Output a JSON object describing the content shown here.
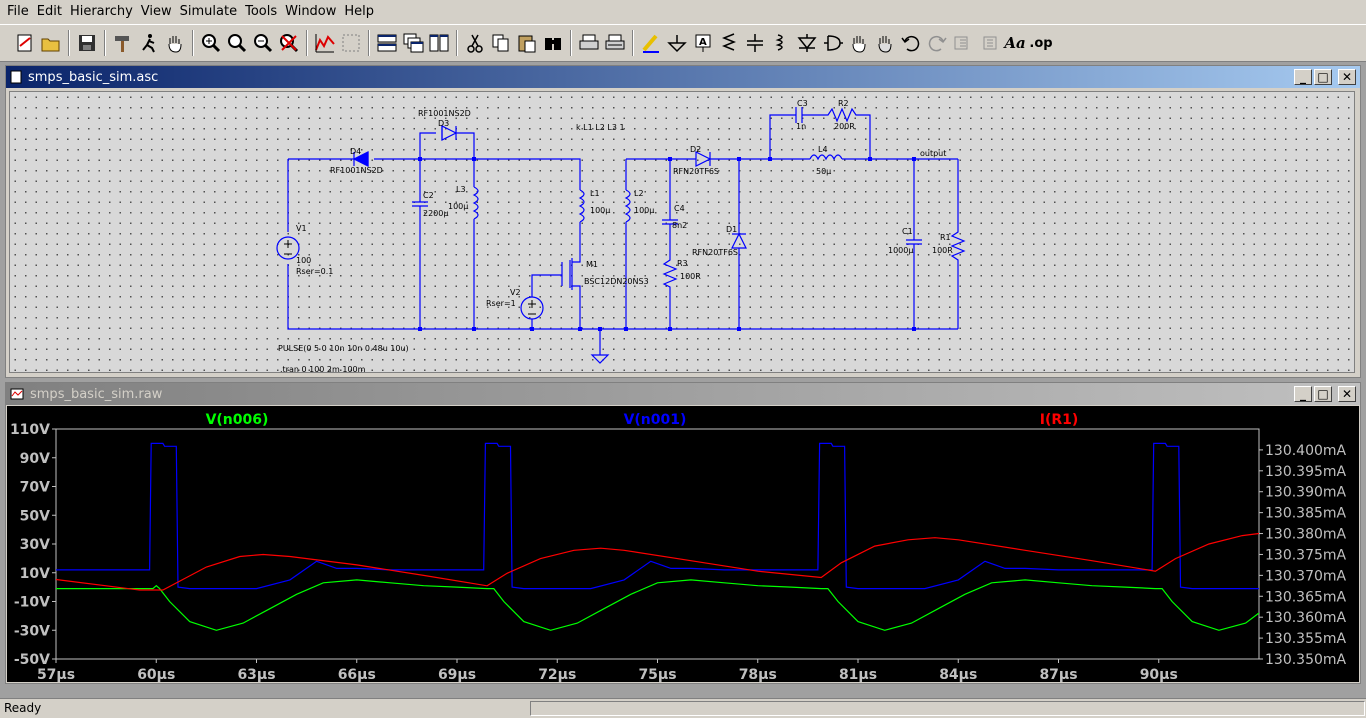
{
  "menubar": {
    "items": [
      "File",
      "Edit",
      "Hierarchy",
      "View",
      "Simulate",
      "Tools",
      "Window",
      "Help"
    ]
  },
  "toolbar": {
    "icons": [
      "new-schematic-icon",
      "open-folder-icon",
      "save-icon",
      "hammer-icon",
      "run-icon",
      "pan-hand-icon",
      "zoom-in-icon",
      "zoom-area-icon",
      "zoom-out-icon",
      "zoom-cancel-icon",
      "autorange-icon",
      "cursor-icon",
      "tile-horizontal-icon",
      "cascade-icon",
      "tile-vertical-icon",
      "cut-icon",
      "copy-icon",
      "paste-icon",
      "find-icon",
      "print-icon",
      "print-setup-icon",
      "draw-wire-icon",
      "ground-icon",
      "label-net-icon",
      "resistor-icon",
      "capacitor-icon",
      "inductor-icon",
      "diode-icon",
      "component-icon",
      "move-icon",
      "drag-icon",
      "undo-icon",
      "redo-icon",
      "rotate-icon",
      "mirror-icon",
      "text-icon",
      "spice-directive-icon"
    ],
    "text_aa": "Aa",
    "text_op": ".op"
  },
  "schematic": {
    "title": "smps_basic_sim.asc",
    "directive_k": "k L1 L2 L3 1",
    "pulse": "PULSE(0 5 0 10n 10n 0.48u 10u)",
    "tran": ".tran 0 100 2m 100m",
    "output_label": "output",
    "components": {
      "v1": "V1",
      "v1_val": "100",
      "v1_rser": "Rser=0.1",
      "v2": "V2",
      "v2_rser": "Rser=1",
      "d4": "D4",
      "d4_model": "RF1001NS2D",
      "d3": "D3",
      "d3_model": "RF1001NS2D",
      "c2": "C2",
      "c2_val": "2200µ",
      "l3": "L3",
      "l3_val": "100µ",
      "l1": "L1",
      "l1_val": "100µ",
      "l2": "L2",
      "l2_val": "100µ",
      "m1": "M1",
      "m1_model": "BSC12DN20NS3",
      "d2": "D2",
      "d2_model": "RFN20TF6S",
      "c4": "C4",
      "c4_val": "8n2",
      "r3": "R3",
      "r3_val": "100R",
      "d1": "D1",
      "d1_model": "RFN20TF6S",
      "c3": "C3",
      "c3_val": "1n",
      "r2": "R2",
      "r2_val": "200R",
      "l4": "L4",
      "l4_val": "50µ",
      "c1": "C1",
      "c1_val": "1000µ",
      "r1": "R1",
      "r1_val": "100R"
    }
  },
  "plot": {
    "title": "smps_basic_sim.raw",
    "trace_colors": {
      "n006": "#00ff00",
      "n001": "#0000ff",
      "r1": "#ff0000"
    },
    "axis_color": "#c0c0c0"
  },
  "chart_data": {
    "type": "line",
    "series": [
      {
        "name": "V(n006)",
        "axis": "left",
        "x": [
          57,
          59.9,
          60,
          60.1,
          60.4,
          61.0,
          61.8,
          62.6,
          63.4,
          64.2,
          65,
          66,
          67,
          68,
          69,
          69.9,
          70.1,
          70.4,
          71,
          71.8,
          72.6,
          73.4,
          74.2,
          75,
          76,
          77,
          78,
          79,
          79.9,
          80.1,
          80.4,
          81,
          81.8,
          82.6,
          83.4,
          84.2,
          85,
          86,
          87,
          88,
          89,
          89.9,
          90.1,
          90.4,
          91,
          91.8,
          92.6,
          93
        ],
        "y": [
          -1,
          -1,
          1,
          -1,
          -10,
          -24,
          -30,
          -25,
          -15,
          -5,
          3,
          5,
          3,
          1,
          0,
          -1,
          -1,
          -10,
          -24,
          -30,
          -25,
          -15,
          -5,
          3,
          5,
          3,
          1,
          0,
          -1,
          -1,
          -10,
          -24,
          -30,
          -25,
          -15,
          -5,
          3,
          5,
          3,
          1,
          0,
          -1,
          -1,
          -10,
          -24,
          -30,
          -25,
          -18
        ]
      },
      {
        "name": "V(n001)",
        "axis": "left",
        "x": [
          57,
          59.8,
          59.85,
          60.2,
          60.25,
          60.6,
          60.65,
          61,
          63,
          64,
          64.8,
          65.4,
          66,
          67,
          69.8,
          69.85,
          70.2,
          70.25,
          70.6,
          70.65,
          71,
          73,
          74,
          74.8,
          75.4,
          76,
          77,
          79.8,
          79.85,
          80.2,
          80.25,
          80.6,
          80.65,
          81,
          83,
          84,
          84.8,
          85.4,
          86,
          87,
          89.8,
          89.85,
          90.2,
          90.25,
          90.6,
          90.65,
          91,
          93
        ],
        "y": [
          12,
          12,
          100,
          100,
          98,
          98,
          0,
          -1,
          -1,
          5,
          18,
          13,
          13,
          12,
          12,
          100,
          100,
          98,
          98,
          0,
          -1,
          -1,
          5,
          18,
          13,
          13,
          12,
          12,
          100,
          100,
          98,
          98,
          0,
          -1,
          -1,
          5,
          18,
          13,
          13,
          12,
          12,
          100,
          100,
          98,
          98,
          0,
          -1,
          -1
        ]
      },
      {
        "name": "I(R1)",
        "axis": "right",
        "x": [
          57,
          59.5,
          60.2,
          61.5,
          62.5,
          63.2,
          64,
          66,
          68,
          69.9,
          70.5,
          71.5,
          72.5,
          73.3,
          74,
          76,
          78,
          79.9,
          80.5,
          81.5,
          82.5,
          83.3,
          84,
          86,
          88,
          89.9,
          90.5,
          91.5,
          92.5,
          93
        ],
        "y": [
          130.369,
          130.3665,
          130.3665,
          130.372,
          130.3745,
          130.375,
          130.3745,
          130.3725,
          130.37,
          130.3675,
          130.3705,
          130.374,
          130.376,
          130.3765,
          130.376,
          130.3735,
          130.371,
          130.3695,
          130.373,
          130.377,
          130.3785,
          130.379,
          130.3785,
          130.376,
          130.3735,
          130.371,
          130.374,
          130.3775,
          130.3795,
          130.38
        ]
      }
    ],
    "xlim": [
      57,
      93
    ],
    "ylim_left": [
      -50,
      110
    ],
    "ylim_right": [
      130.35,
      130.405
    ],
    "xticks": [
      "57µs",
      "60µs",
      "63µs",
      "66µs",
      "69µs",
      "72µs",
      "75µs",
      "78µs",
      "81µs",
      "84µs",
      "87µs",
      "90µs"
    ],
    "yticks_left": [
      "110V",
      "90V",
      "70V",
      "50V",
      "30V",
      "10V",
      "-10V",
      "-30V",
      "-50V"
    ],
    "yticks_right": [
      "130.400mA",
      "130.395mA",
      "130.390mA",
      "130.385mA",
      "130.380mA",
      "130.375mA",
      "130.370mA",
      "130.365mA",
      "130.360mA",
      "130.355mA",
      "130.350mA"
    ]
  },
  "status": {
    "text": "Ready"
  }
}
